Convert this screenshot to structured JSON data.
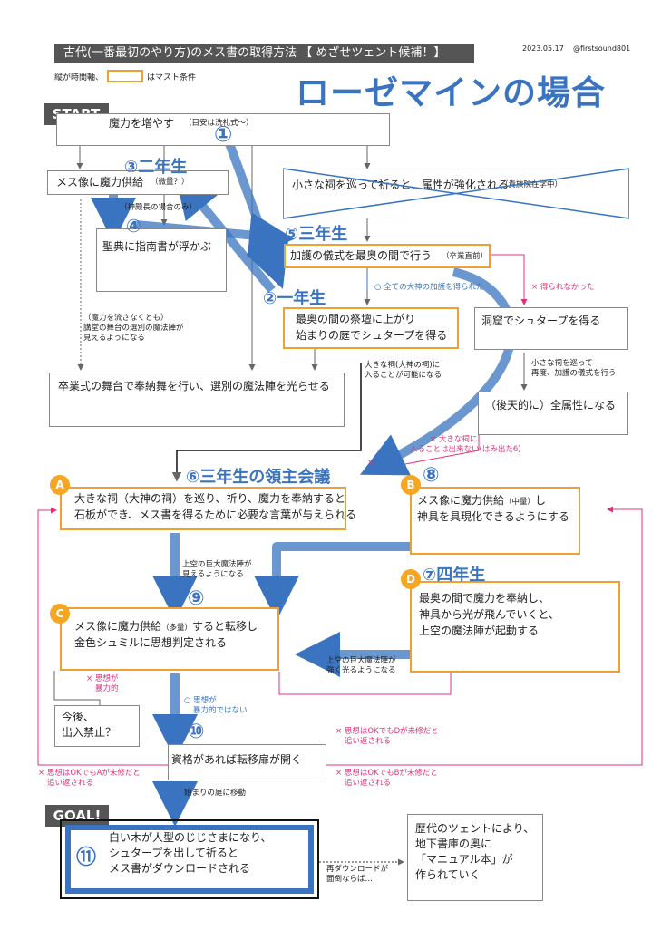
{
  "header": {
    "title": "古代(一番最初のやり方)のメス書の取得方法 【 めざせツェント候補！】",
    "date": "2023.05.17",
    "author": "@firstsound801",
    "legend_axis": "縦が時間軸、",
    "legend_must": "はマスト条件",
    "big_title": "ローゼマインの場合"
  },
  "colors": {
    "blue": "#3a74c0",
    "orange": "#f0a030",
    "pink": "#e0307c",
    "dark": "#555555"
  },
  "tags": {
    "start": "START",
    "goal": "GOAL!"
  },
  "steps": {
    "s1": "①",
    "s2": "②一年生",
    "s3": "③二年生",
    "s4": "④",
    "s5": "⑤三年生",
    "s6": "⑥三年生の領主会議",
    "s7": "⑦四年生",
    "s8": "⑧",
    "s9": "⑨",
    "s10": "⑩",
    "s11": "⑪"
  },
  "circles": {
    "a": "A",
    "b": "B",
    "c": "C",
    "d": "D"
  },
  "boxes": {
    "mana_main": "魔力を増やす",
    "mana_note": "（目安は洗礼式〜）",
    "mes_supply": "メス像に魔力供給",
    "mes_supply_note": "（微量？）",
    "shrines_line": "小さな祠を巡って祈ると、属性が強化される",
    "shrines_note": "（貴族院在学中）",
    "bible": "聖典に指南書が浮かぶ",
    "ritual": "加護の儀式を最奥の間で行う",
    "ritual_note": "（卒業直前）",
    "inner_1": "最奥の間の祭壇に上がり",
    "inner_2": "始まりの庭でシュタープを得る",
    "cave": "洞窟でシュタープを得る",
    "all_attr": "（後天的に）全属性になる",
    "grad": "卒業式の舞台で奉納舞を行い、選別の魔法陣を光らせる",
    "a_1": "大きな祠（大神の祠）を巡り、祈り、魔力を奉納すると",
    "a_2": "石板ができ、メス書を得るために必要な言葉が与えられる",
    "b_1": "メス像に魔力供給",
    "b_note": "（中量）",
    "b_1b": "し",
    "b_2": "神具を具現化できるようにする",
    "c_1": "メス像に魔力供給",
    "c_note": "（多量）",
    "c_1b": "すると転移し",
    "c_2": "金色シュミルに思想判定される",
    "d_1": "最奥の間で魔力を奉納し、",
    "d_2": "神具から光が飛んでいくと、",
    "d_3": "上空の魔法陣が起動する",
    "ban_1": "今後、",
    "ban_2": "出入禁止？",
    "door": "資格があれば転移扉が開く",
    "goal_1": "白い木が人型のじじさまになり、",
    "goal_2": "シュタープを出して祈ると",
    "goal_3": "メス書がダウンロードされる",
    "hist_1": "歴代のツェントにより、",
    "hist_2": "地下書庫の奥に",
    "hist_3": "「マニュアル本」が",
    "hist_4": "作られていく"
  },
  "notes": {
    "archduke_only": "（神殿長の場合のみ）",
    "no_flow_1": "（魔力を流さなくとも）",
    "no_flow_2": "講堂の舞台の選別の魔法陣が",
    "no_flow_3": "見えるようになる",
    "all_gods": "○ 全ての大神の加護を得られた",
    "not_all": "× 得られなかった",
    "big_shrine_1": "大きな祠(大神の祠)に",
    "big_shrine_2": "入ることが可能になる",
    "again_1": "小さな祠を巡って",
    "again_2": "再度、加護の儀式を行う",
    "cant_1": "× 大きな祠に",
    "cant_2": "入ることは出来ない(はみ出た6)",
    "sky_1": "上空の巨大魔法陣が",
    "sky_2": "見えるようになる",
    "sky_strong_1": "上空の巨大魔法陣が",
    "sky_strong_2": "強く光るようになる",
    "violent_1": "× 思想が",
    "violent_2": "暴力的",
    "ok_1": "○ 思想が",
    "ok_2": "暴力的ではない",
    "ok_d_1": "× 思想はOKでもDが未修だと",
    "ok_d_2": "追い返される",
    "ok_a_1": "× 思想はOKでもAが未修だと",
    "ok_a_2": "追い返される",
    "ok_b_1": "× 思想はOKでもBが未修だと",
    "ok_b_2": "追い返される",
    "garden": "始まりの庭に移動",
    "redl_1": "再ダウンロードが",
    "redl_2": "面倒ならば…"
  }
}
